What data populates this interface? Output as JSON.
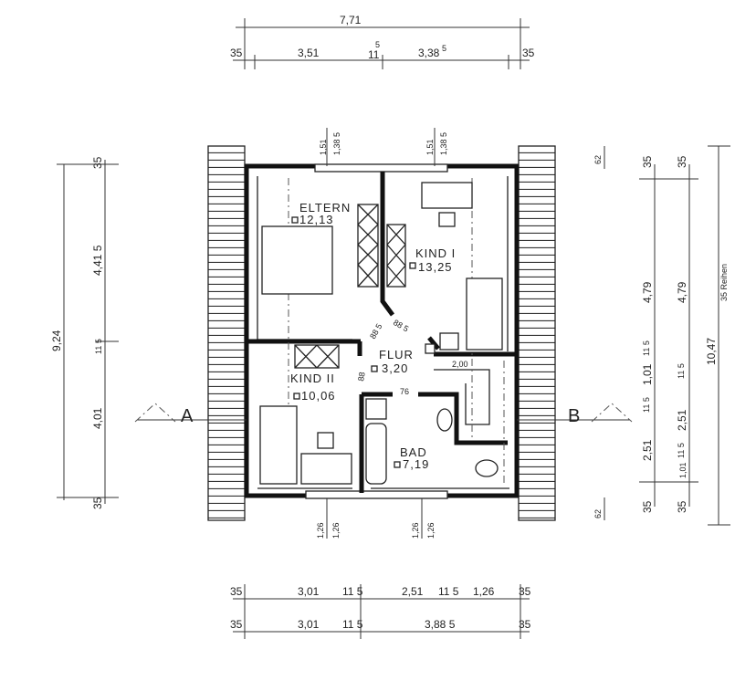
{
  "top_dims": {
    "total": "7,71",
    "row": [
      "35",
      "3,51",
      "11",
      "5",
      "3,38",
      "5",
      "35"
    ],
    "left_wall": [
      "1,51",
      "1,38 5"
    ],
    "right_wall": [
      "1,51",
      "1,38 5"
    ]
  },
  "left_dims": {
    "total": "9,24",
    "row": [
      "35",
      "4,41 5",
      "11 5",
      "4,01",
      "35"
    ]
  },
  "right_dims": {
    "g": "62",
    "g2": "62",
    "col1": [
      "35",
      "4,79",
      "11 5",
      "1,01",
      "11 5",
      "2,51",
      "35"
    ],
    "col2": [
      "35",
      "4,79",
      "11 5",
      "2,51",
      "11 5",
      "1,01",
      "35"
    ],
    "total": "10,47",
    "note": "35 Reihen"
  },
  "bottom_wall": {
    "left": [
      "1,26",
      "1,26"
    ],
    "right": [
      "1,26",
      "1,26"
    ]
  },
  "bottom_dims": {
    "row1": [
      "35",
      "3,01",
      "11 5",
      "2,51",
      "11 5",
      "1,26",
      "35"
    ],
    "row2": [
      "35",
      "3,01",
      "11 5",
      "3,88 5",
      "35"
    ]
  },
  "rooms": [
    {
      "name": "ELTERN",
      "area": "12,13"
    },
    {
      "name": "KIND I",
      "area": "13,25"
    },
    {
      "name": "KIND II",
      "area": "10,06"
    },
    {
      "name": "FLUR",
      "area": "3,20"
    },
    {
      "name": "BAD",
      "area": "7,19"
    }
  ],
  "flur_dims": [
    "88 5",
    "88 5",
    "88",
    "76",
    "2,00"
  ],
  "section_marks": {
    "a": "A",
    "b": "B"
  }
}
